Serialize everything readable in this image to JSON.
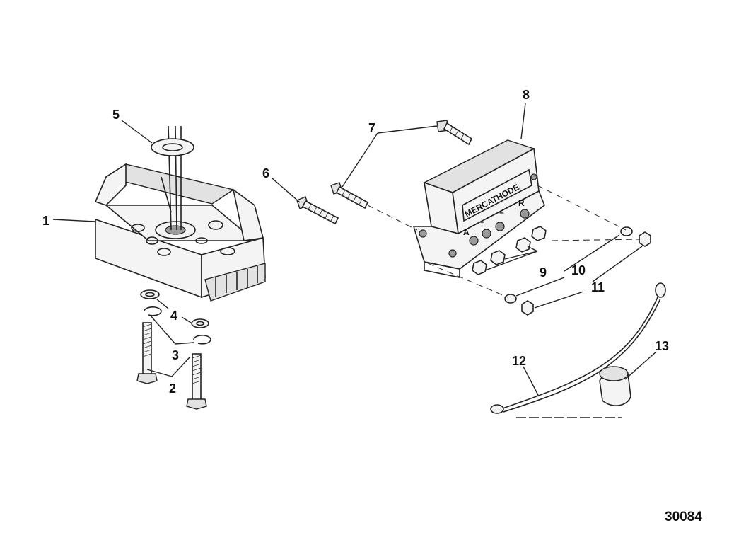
{
  "diagram": {
    "part_number": "30084",
    "unit_label": "MERCATHODE",
    "terminal_labels": [
      "A",
      "+",
      "–",
      "R"
    ],
    "callouts": [
      {
        "id": "1",
        "text": "1"
      },
      {
        "id": "2",
        "text": "2"
      },
      {
        "id": "3",
        "text": "3"
      },
      {
        "id": "4",
        "text": "4"
      },
      {
        "id": "5",
        "text": "5"
      },
      {
        "id": "6",
        "text": "6"
      },
      {
        "id": "7",
        "text": "7"
      },
      {
        "id": "8",
        "text": "8"
      },
      {
        "id": "9",
        "text": "9"
      },
      {
        "id": "10",
        "text": "10"
      },
      {
        "id": "11",
        "text": "11"
      },
      {
        "id": "12",
        "text": "12"
      },
      {
        "id": "13",
        "text": "13"
      }
    ]
  }
}
